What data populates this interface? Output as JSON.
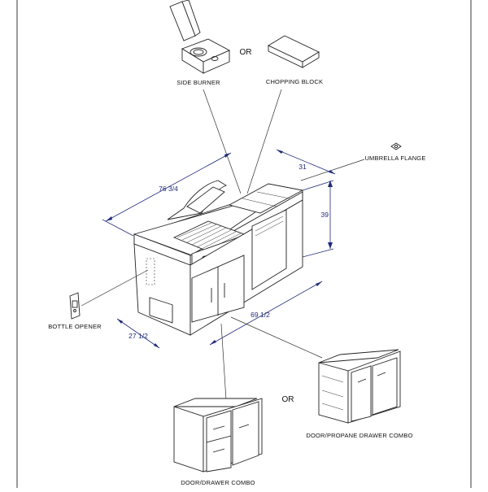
{
  "labels": {
    "side_burner": "SIDE BURNER",
    "chopping_block": "CHOPPING BLOCK",
    "umbrella_flange": "UMBRELLA FLANGE",
    "bottle_opener": "BOTTLE OPENER",
    "door_drawer_combo": "DOOR/DRAWER COMBO",
    "door_propane_drawer_combo": "DOOR/PROPANE DRAWER COMBO",
    "or_top": "OR",
    "or_bottom": "OR"
  },
  "dimensions": {
    "length": "76 3/4",
    "top_depth": "31",
    "height": "39",
    "front_width": "69 1/2",
    "side_depth": "27 1/2"
  },
  "colors": {
    "line": "#222222",
    "dimension": "#1f2a7a",
    "background": "#ffffff"
  }
}
